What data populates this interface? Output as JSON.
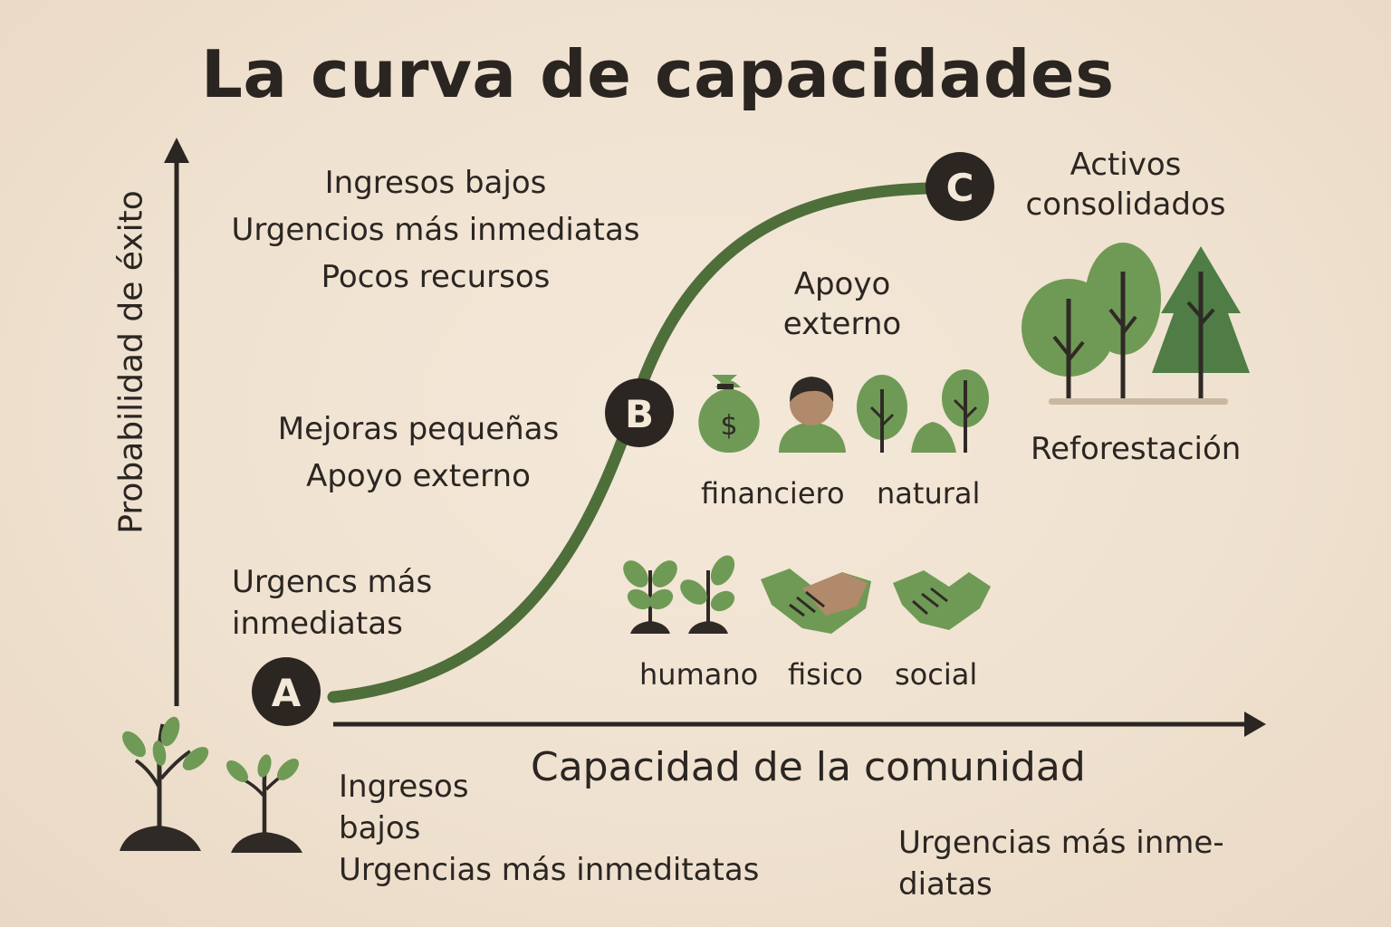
{
  "title": "La curva de capacidades",
  "axes": {
    "y_label": "Probabilidad de éxito",
    "x_label": "Capacidad de la comunidad"
  },
  "stages": {
    "a": "A",
    "b": "B",
    "c": "C"
  },
  "notes": {
    "top_left": [
      "Ingresos bajos",
      "Urgencios más inmediatas",
      "Pocos recursos"
    ],
    "mid_left": [
      "Mejoras pequeñas",
      "Apoyo externo"
    ],
    "low_left": [
      "Urgencs más",
      "inmediatas"
    ],
    "bottom_left": [
      "Ingresos",
      "bajos",
      "Urgencias más inmeditatas"
    ],
    "bottom_right": [
      "Urgencias más inme-",
      "diatas"
    ],
    "apoyo": [
      "Apoyo",
      "externo"
    ],
    "activos": [
      "Activos",
      "consolidados"
    ],
    "reforestacion": "Reforestación"
  },
  "capitals": {
    "financiero": "financiero",
    "natural": "natural",
    "humano": "humano",
    "fisico": "fisico",
    "social": "social"
  },
  "icons": {
    "money_bag": "$"
  },
  "colors": {
    "background": "#f1e4d3",
    "dark": "#2b2622",
    "curve_green": "#4e6e3a",
    "leaf_green": "#6f9a55",
    "tree_dark": "#4f7d45",
    "soil": "#2f2a26"
  }
}
